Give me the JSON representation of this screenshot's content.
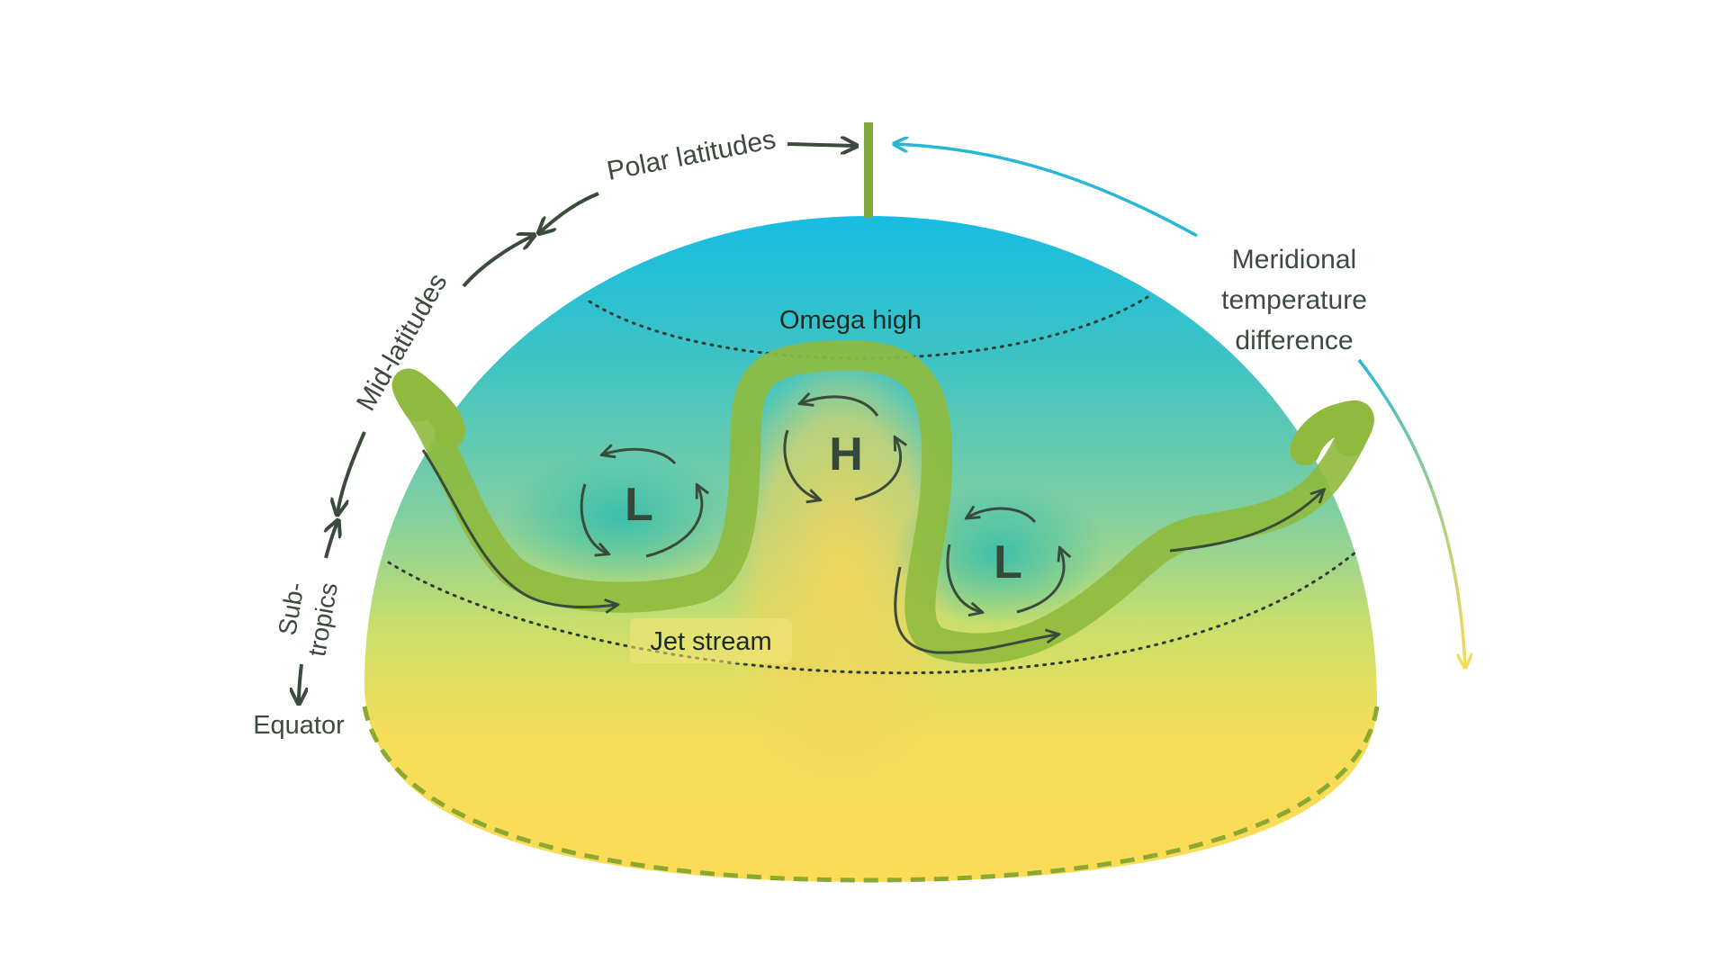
{
  "labels": {
    "polar": "Polar latitudes",
    "mid": "Mid-latitudes",
    "sub_line1": "Sub-",
    "sub_line2": "tropics",
    "equator": "Equator",
    "omega": "Omega high",
    "jet": "Jet stream",
    "meridional_line1": "Meridional",
    "meridional_line2": "temperature",
    "meridional_line3": "difference"
  },
  "pressure": {
    "low_left": "L",
    "high": "H",
    "low_right": "L"
  },
  "colors": {
    "polar_cyan": "#18bde0",
    "equator_yellow": "#fcdc58",
    "jet_green": "#8fba3d",
    "arrow_dark": "#3a4a3b",
    "meridional_arrow_start": "#27b7d6",
    "meridional_arrow_end": "#f2dc5a"
  }
}
